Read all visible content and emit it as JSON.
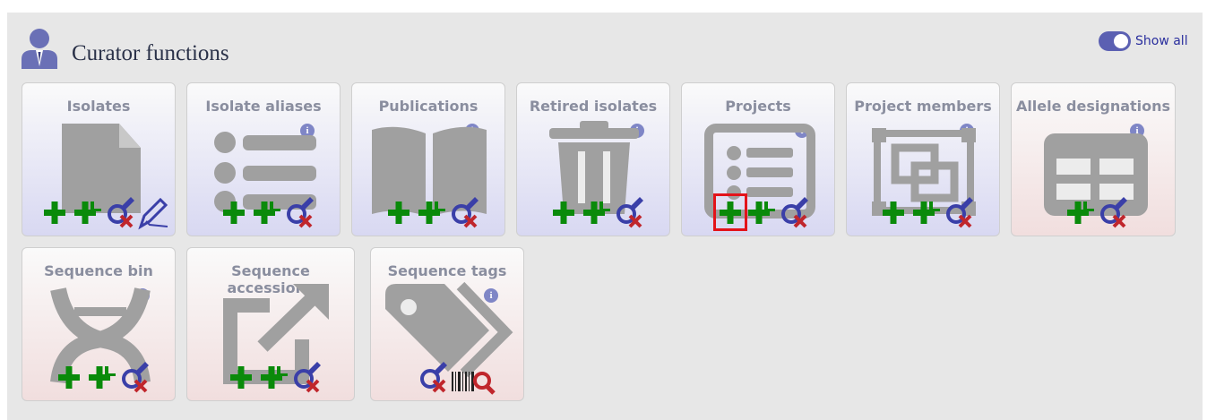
{
  "header": {
    "title": "Curator functions",
    "icon": "curator-user-icon"
  },
  "toggle": {
    "label": "Show all",
    "state": "on"
  },
  "colors": {
    "accent": "#5b60b2",
    "add": "#0a8a0a",
    "query": "#3a3fa8",
    "delete": "#c0262c",
    "highlight": "#e3131a"
  },
  "cards": [
    {
      "label": "Isolates",
      "icon": "document-icon"
    },
    {
      "label": "Isolate aliases",
      "icon": "list-icon"
    },
    {
      "label": "Publications",
      "icon": "open-book-icon"
    },
    {
      "label": "Retired isolates",
      "icon": "trash-icon"
    },
    {
      "label": "Projects",
      "icon": "project-list-icon"
    },
    {
      "label": "Project members",
      "icon": "object-group-icon"
    },
    {
      "label": "Allele designations",
      "icon": "table-icon"
    },
    {
      "label": "Sequence bin",
      "icon": "dna-icon"
    },
    {
      "label": "Sequence accessions",
      "icon": "external-link-icon"
    },
    {
      "label": "Sequence tags",
      "icon": "tags-icon"
    }
  ]
}
